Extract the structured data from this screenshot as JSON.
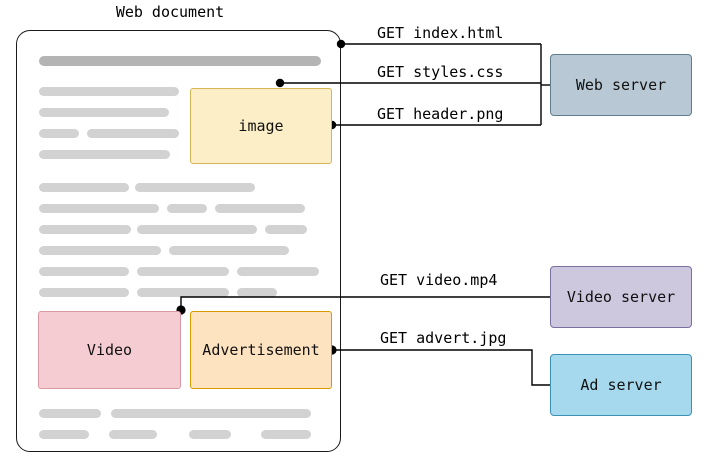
{
  "diagram": {
    "title": "Web document",
    "document": {
      "label": "Web document",
      "content_boxes": [
        {
          "name": "image",
          "label": "image",
          "fill": "#fcefc7",
          "stroke": "#d6b656"
        },
        {
          "name": "video",
          "label": "Video",
          "fill": "#f5ccd2",
          "stroke": "#d998a4"
        },
        {
          "name": "advertisement",
          "label": "Advertisement",
          "fill": "#fde3c0",
          "stroke": "#d79b00"
        }
      ]
    },
    "servers": [
      {
        "name": "web-server",
        "label": "Web server",
        "fill": "#b8c9d5",
        "stroke": "#5f7d8c"
      },
      {
        "name": "video-server",
        "label": "Video server",
        "fill": "#cdc8de",
        "stroke": "#7b6fa0"
      },
      {
        "name": "ad-server",
        "label": "Ad server",
        "fill": "#a6d9ee",
        "stroke": "#3d91b5"
      }
    ],
    "requests": [
      {
        "name": "index",
        "label": "GET index.html",
        "from": "web-document",
        "to": "web-server"
      },
      {
        "name": "styles",
        "label": "GET styles.css",
        "from": "web-document",
        "to": "web-server"
      },
      {
        "name": "header",
        "label": "GET header.png",
        "from": "image",
        "to": "web-server"
      },
      {
        "name": "video",
        "label": "GET video.mp4",
        "from": "video",
        "to": "video-server"
      },
      {
        "name": "advert",
        "label": "GET advert.jpg",
        "from": "advertisement",
        "to": "ad-server"
      }
    ],
    "colors": {
      "skeleton_bar": "#d2d2d2",
      "skeleton_title_bar": "#b4b4b4",
      "frame_stroke": "#1b1b1b",
      "connector": "#000000",
      "background": "#ffffff"
    }
  }
}
